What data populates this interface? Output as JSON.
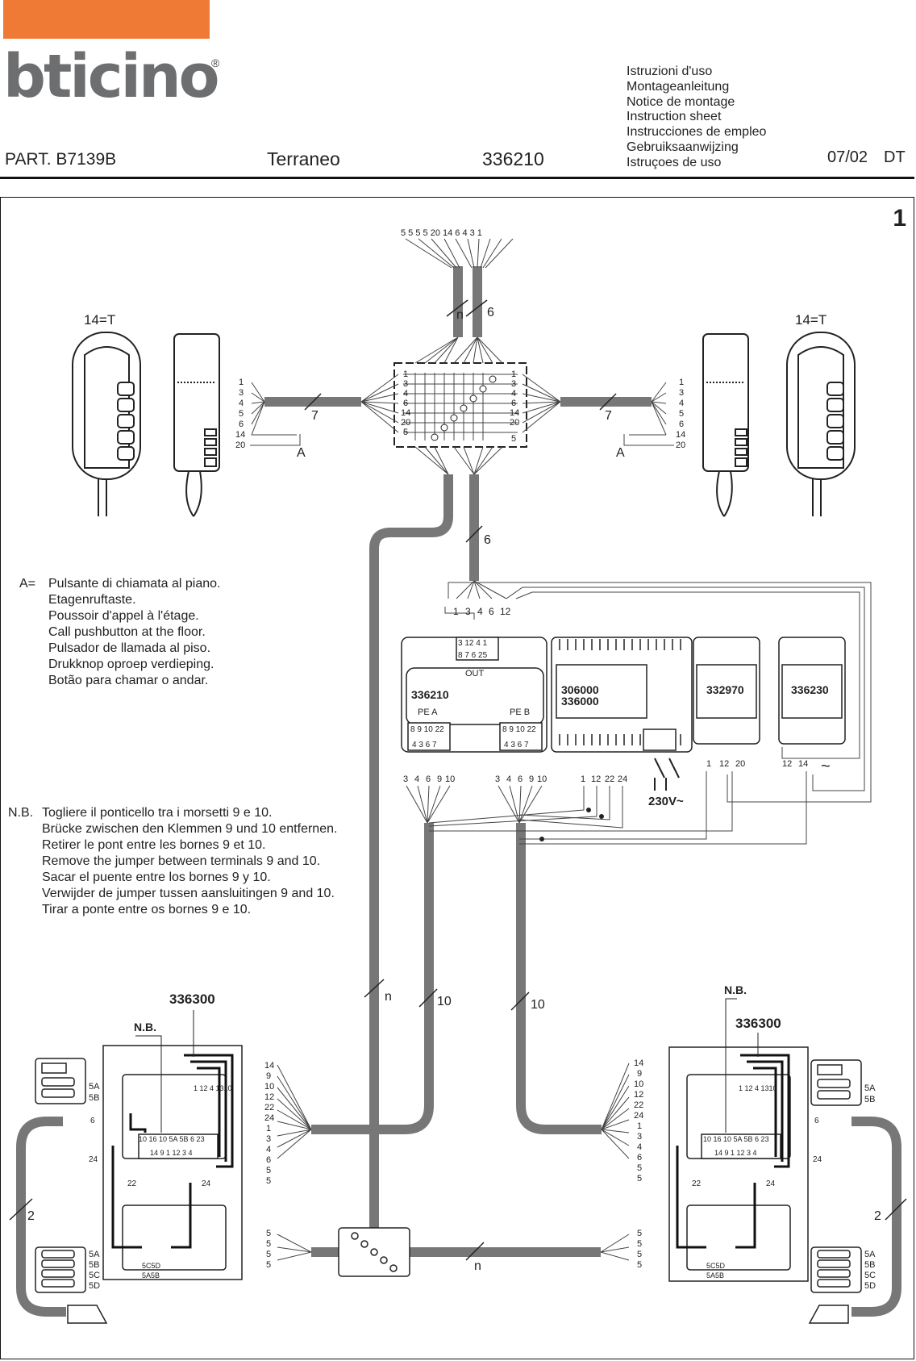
{
  "brand": {
    "logo_text": "bticino",
    "registered": "®",
    "accent_color": "#ef7a35",
    "logo_color": "#6d6e70"
  },
  "header": {
    "part": "PART. B7139B",
    "product": "Terraneo",
    "code": "336210",
    "date": "07/02",
    "dt": "DT",
    "languages": [
      "Istruzioni d'uso",
      "Montageanleitung",
      "Notice de montage",
      "Instruction sheet",
      "Instrucciones de empleo",
      "Gebruiksaanwijzing",
      "Istruçoes de uso"
    ]
  },
  "figure": {
    "number": "1",
    "top_wires": "5  5  5  5  20 14 6  4  3  1",
    "label_n": "n",
    "label_6": "6",
    "label_7": "7",
    "label_10": "10",
    "label_2": "2",
    "label_T": "14=T",
    "label_A": "A",
    "phone_terms": [
      "1",
      "3",
      "4",
      "5",
      "6",
      "14",
      "20"
    ],
    "box_left_terms": [
      "1",
      "3",
      "4",
      "6",
      "14",
      "20",
      "5"
    ],
    "box_right_terms": [
      "1",
      "3",
      "4",
      "6",
      "14",
      "20",
      "5"
    ],
    "bus_terms": [
      "1",
      "3",
      "4",
      "6",
      "12"
    ],
    "unit_main": {
      "code": "336210",
      "out": "OUT",
      "pe_a": "PE A",
      "pe_b": "PE B",
      "top_terms": "3 12 4 1",
      "top_terms2": "8 7 6 25",
      "pe_terms_top": "8  9 10 22",
      "pe_terms_bot": "4  3  6  7"
    },
    "unit_psu": {
      "code1": "306000",
      "code2": "336000",
      "mains": "230V~"
    },
    "unit_332970": {
      "code": "332970",
      "terms": [
        "1",
        "12",
        "20"
      ]
    },
    "unit_336230": {
      "code": "336230",
      "terms": [
        "12",
        "14"
      ],
      "ac": "~"
    },
    "group_a_terms": [
      "3",
      "4",
      "6",
      "9",
      "10"
    ],
    "group_b_terms": [
      "3",
      "4",
      "6",
      "9",
      "10"
    ],
    "group_c_terms": [
      "1",
      "12",
      "22",
      "24"
    ],
    "panel_code": "336300",
    "nb": "N.B.",
    "panel_terms_left": [
      "14",
      "9",
      "10",
      "12",
      "22",
      "24",
      "1",
      "3",
      "4",
      "6",
      "5",
      "5"
    ],
    "panel_terms_low": [
      "5",
      "5",
      "5",
      "5"
    ],
    "panel_top_terms": "1 12 4 1310",
    "panel_mid_terms": "10  16 10  5A 5B  6   23",
    "panel_low_terms": "14  9  1  12  3   4",
    "panel_22": "22",
    "panel_24": "24",
    "panel_6": "6",
    "panel_10": "10",
    "panel_5c5d": "5C5D",
    "panel_5a5b": "5A5B",
    "button_labels_top": [
      "5A",
      "5B"
    ],
    "button_labels_bot": [
      "5A",
      "5B",
      "5C",
      "5D"
    ]
  },
  "notes": {
    "a_prefix": "A=",
    "a_lines": [
      "Pulsante di chiamata al piano.",
      "Etagenruftaste.",
      "Poussoir d'appel à l'étage.",
      "Call pushbutton at the floor.",
      "Pulsador de llamada al piso.",
      "Drukknop oproep verdieping.",
      "Botão para chamar o andar."
    ],
    "nb_prefix": "N.B.",
    "nb_lines": [
      "Togliere il ponticello tra i morsetti 9 e 10.",
      "Brücke zwischen den Klemmen 9 und 10 entfernen.",
      "Retirer le pont entre les bornes 9 et 10.",
      "Remove the jumper between terminals 9 and 10.",
      "Sacar el puente entre los bornes 9 y 10.",
      "Verwijder de jumper tussen aansluitingen 9 and 10.",
      "Tirar a ponte entre os bornes 9 e 10."
    ]
  }
}
